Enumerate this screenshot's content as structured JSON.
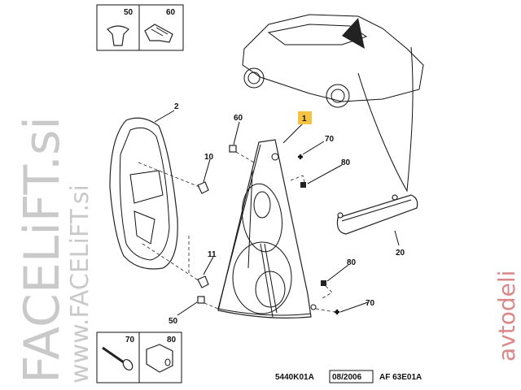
{
  "inset_top": {
    "items": [
      {
        "ref": "50",
        "part": "clip"
      },
      {
        "ref": "60",
        "part": "retaining-clip"
      }
    ]
  },
  "inset_bottom": {
    "items": [
      {
        "ref": "70",
        "part": "screw"
      },
      {
        "ref": "80",
        "part": "hex-spacer-nut"
      }
    ]
  },
  "callouts": {
    "c1": "1",
    "c2": "2",
    "c10": "10",
    "c11": "11",
    "c20": "20",
    "c50": "50",
    "c60": "60",
    "c70a": "70",
    "c70b": "70",
    "c80a": "80",
    "c80b": "80"
  },
  "highlight_color": "#f5c242",
  "footer": {
    "code": "5440K01A",
    "date": "08/2006",
    "ref": "AF 63E01A"
  },
  "watermarks": {
    "main": "FACELiFT.si",
    "secondary": "avtodeli",
    "url": "www.FACELiFT.si"
  }
}
